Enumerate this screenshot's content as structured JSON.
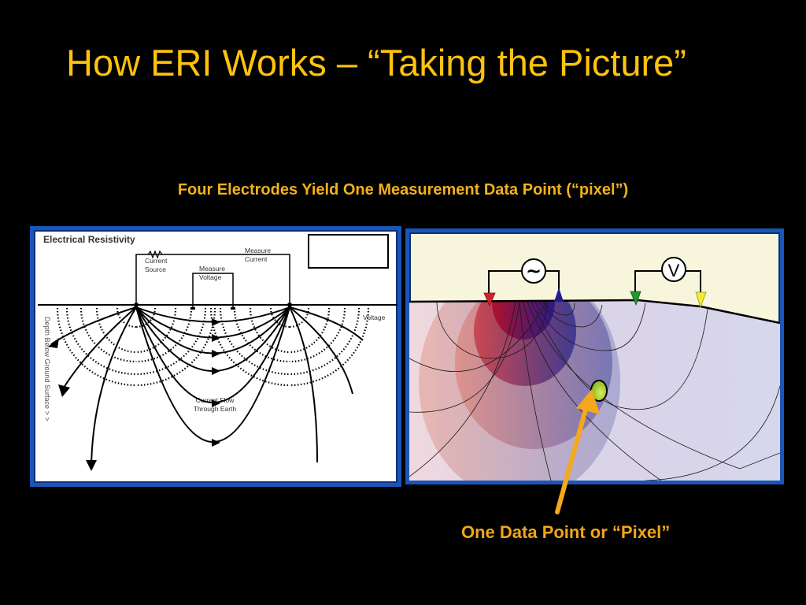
{
  "slide": {
    "title": "How ERI Works – “Taking the Picture”",
    "subtitle": "Four Electrodes Yield One Measurement Data Point (“pixel”)",
    "caption": "One Data Point or “Pixel”",
    "colors": {
      "background": "#000000",
      "title": "#FFC20E",
      "subtitle": "#F2B21B",
      "caption": "#F2A51A",
      "panel_border": "#1A56B8",
      "arrow": "#F4A81C"
    }
  },
  "left_diagram": {
    "heading": "Electrical Resistivity",
    "labels": {
      "current_source": [
        "Current",
        "Source"
      ],
      "measure_current": [
        "Measure",
        "Current"
      ],
      "measure_voltage": [
        "Measure",
        "Voltage"
      ],
      "voltage": "Voltage",
      "current_flow": [
        "Current Flow",
        "Through Earth"
      ],
      "depth_axis": "Depth Below Ground Surface > >"
    }
  },
  "right_diagram": {
    "current_source_symbol": "~",
    "voltmeter_symbol": "V",
    "electrodes": [
      {
        "name": "current-electrode-a",
        "color": "#D7202A"
      },
      {
        "name": "current-electrode-b",
        "color": "#1F1F8F"
      },
      {
        "name": "potential-electrode-m",
        "color": "#1E9A2C"
      },
      {
        "name": "potential-electrode-n",
        "color": "#F4EA3A"
      }
    ],
    "data_point_color": "#B6DC2E"
  }
}
